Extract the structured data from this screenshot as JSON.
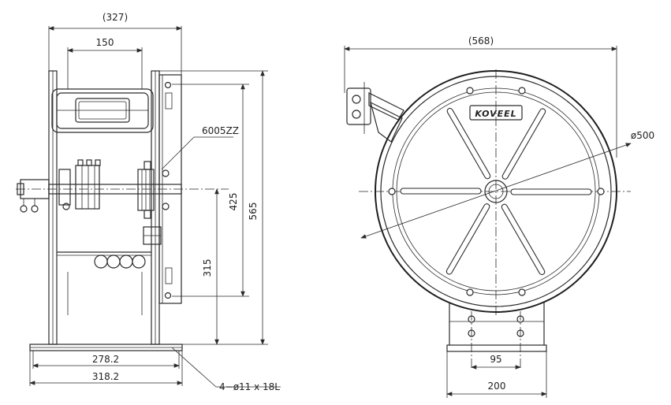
{
  "dimensions": {
    "side_total_width": "(327)",
    "side_top_width": "150",
    "bearing": "6005ZZ",
    "height_425": "425",
    "height_565": "565",
    "height_315": "315",
    "base_inner": "278.2",
    "base_outer": "318.2",
    "mount_holes": "4−ø11 x 18L",
    "front_total_width": "(568)",
    "drum_diameter": "ø500",
    "base_hole_spacing": "95",
    "base_width": "200"
  },
  "brand": {
    "logo": "KOVEEL"
  }
}
